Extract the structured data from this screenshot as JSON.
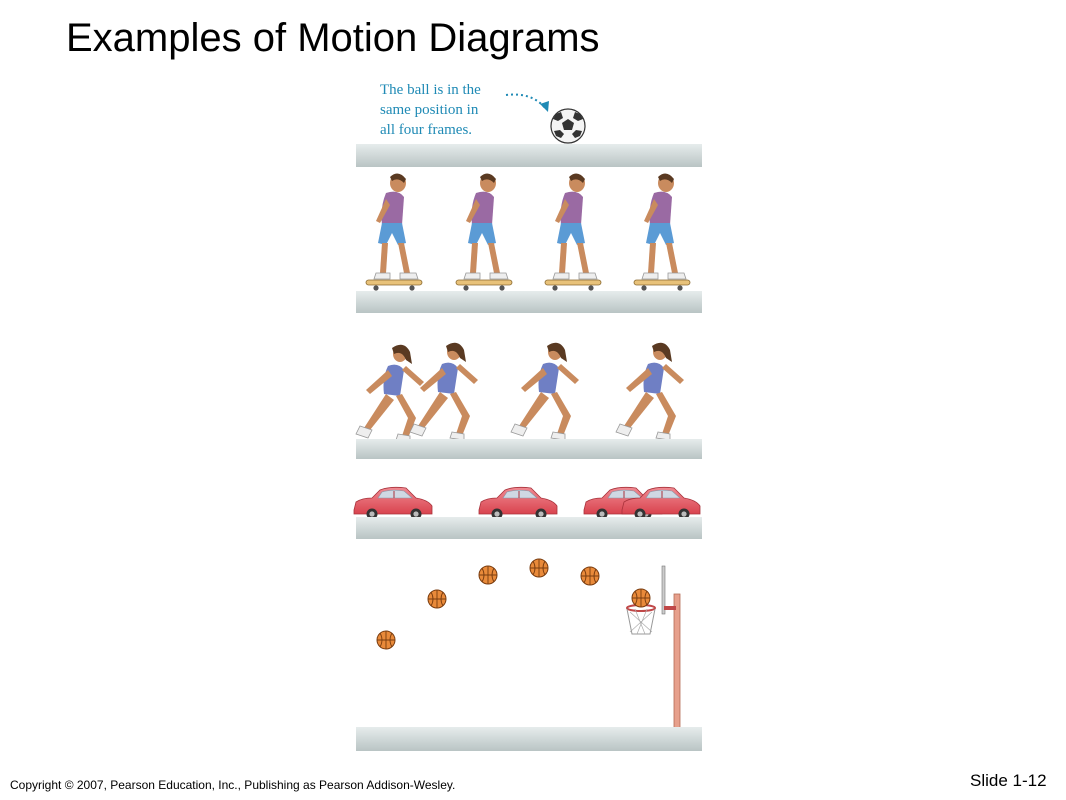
{
  "slide": {
    "title": "Examples of Motion Diagrams",
    "copyright": "Copyright © 2007, Pearson Education, Inc., Publishing as Pearson Addison-Wesley.",
    "slide_number": "Slide 1-12"
  },
  "panels": {
    "ball": {
      "callout_lines": [
        "The ball is in the",
        "same position in",
        "all four frames."
      ]
    },
    "skateboarder": {
      "frames": 4
    },
    "runner": {
      "frames": 4
    },
    "car": {
      "frames": 4
    },
    "basketball": {
      "frames": 6
    }
  },
  "colors": {
    "shelf": "#c9d3d3",
    "shirt": "#9a6aa3",
    "shorts": "#5b9bd5",
    "singlet": "#6f7fc4",
    "car_body": "#e95c66",
    "ball_orange": "#e98a3a",
    "hoop_post": "#e7a08c",
    "callout": "#1f8ab5"
  },
  "icons": [
    "soccer-ball-icon",
    "skateboarder-icon",
    "runner-icon",
    "car-icon",
    "basketball-icon",
    "hoop-icon"
  ]
}
